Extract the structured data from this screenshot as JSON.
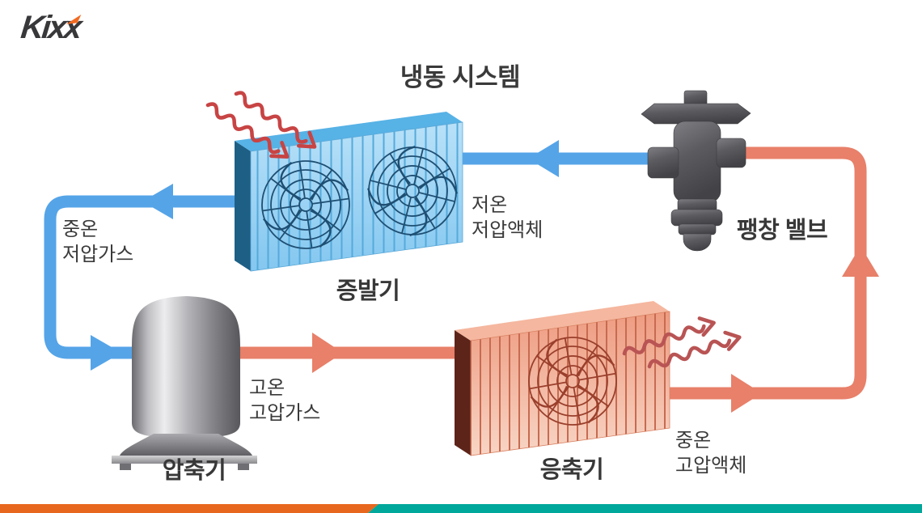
{
  "logo": {
    "text": "Kixx"
  },
  "title": "냉동 시스템",
  "diagram": {
    "evaporator": {
      "label": "증발기"
    },
    "compressor": {
      "label": "압축기"
    },
    "condenser": {
      "label": "응축기"
    },
    "expansion_valve": {
      "label": "팽창 밸브"
    },
    "flow_labels": {
      "mid_temp_low_pressure_gas": {
        "line1": "중온",
        "line2": "저압가스"
      },
      "low_temp_low_pressure_liquid": {
        "line1": "저온",
        "line2": "저압액체"
      },
      "high_temp_high_pressure_gas": {
        "line1": "고온",
        "line2": "고압가스"
      },
      "mid_temp_high_pressure_liquid": {
        "line1": "중온",
        "line2": "고압액체"
      }
    }
  },
  "colors": {
    "cold_pipe": "#55A4E8",
    "hot_pipe": "#E8806A",
    "evaporator_face": "#9AD2F3",
    "evaporator_side": "#1E5F86",
    "condenser_face": "#F2A98C",
    "condenser_side": "#5D2419",
    "heat_arrow_evaporator": "#C84444",
    "heat_arrow_condenser": "#B95454",
    "metal_gray": "#8A8A8E",
    "valve_gray": "#57575B",
    "label_text": "#3A3A3A",
    "logo_accent": "#F26A21",
    "footer_orange": "#E8671E",
    "footer_teal": "#00A79B"
  }
}
